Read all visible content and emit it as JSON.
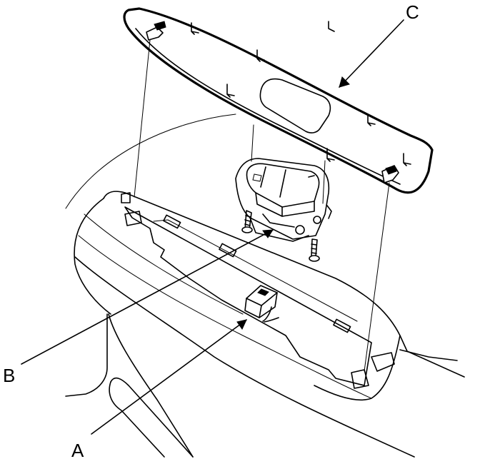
{
  "callouts": {
    "a": "A",
    "b": "B",
    "c": "C"
  },
  "icons": {
    "panel": "window-switch-trim-panel",
    "switch": "power-window-switch",
    "connector": "wire-connector",
    "screw": "mounting-screw",
    "door": "door-armrest-panel"
  }
}
